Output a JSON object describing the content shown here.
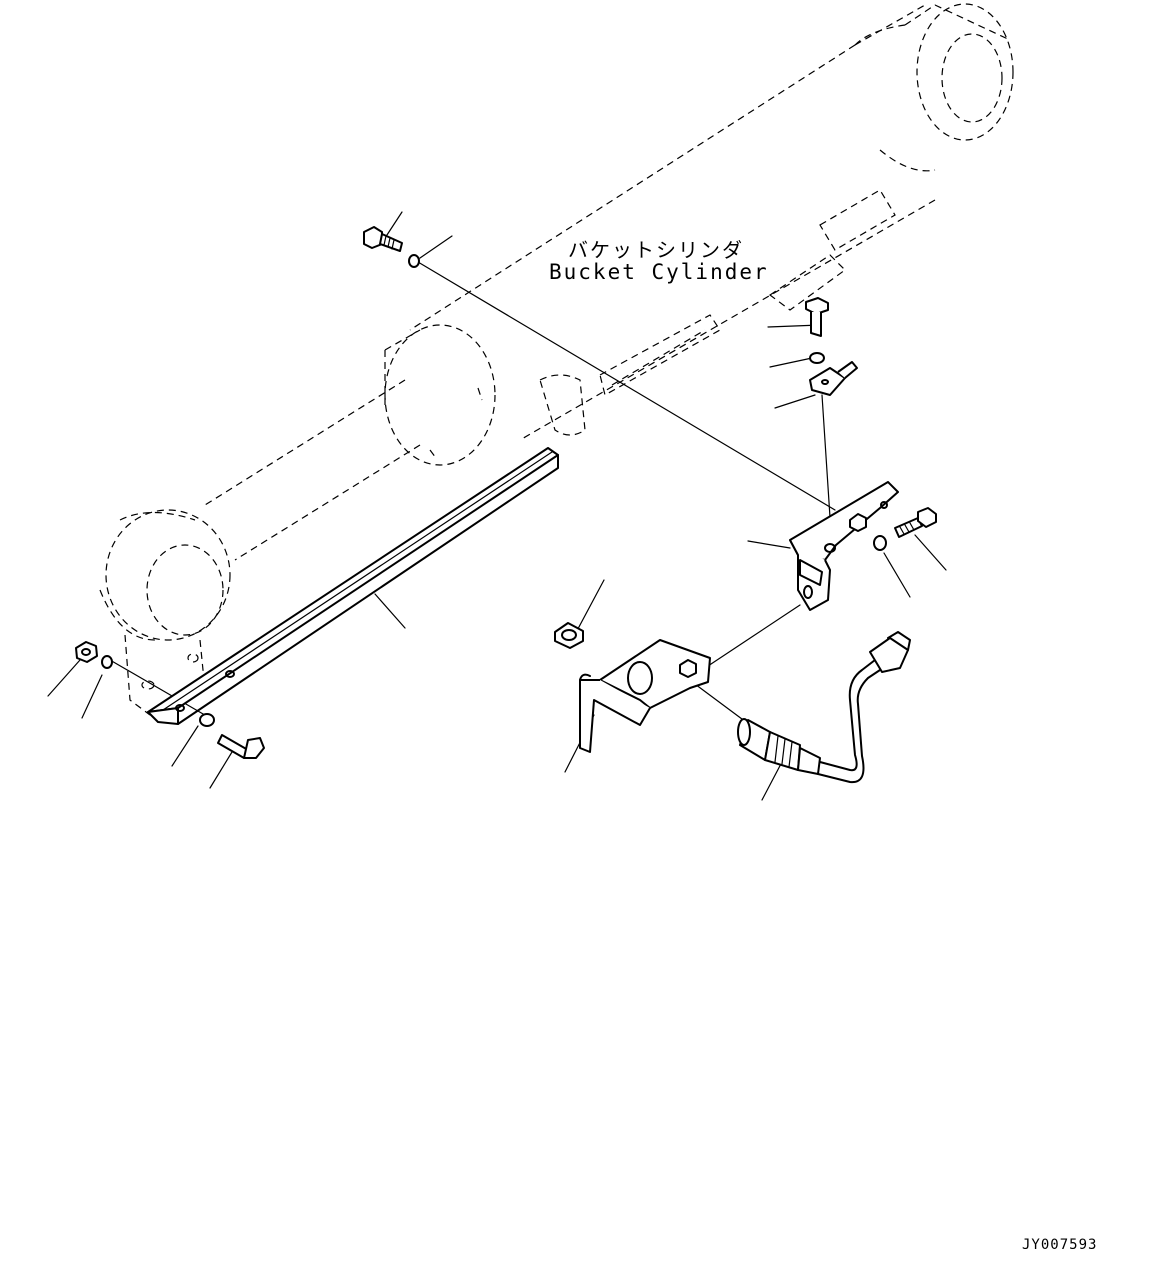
{
  "labels": {
    "component_jp": "バケットシリンダ",
    "component_en": "Bucket Cylinder",
    "drawing_id": "JY007593"
  }
}
